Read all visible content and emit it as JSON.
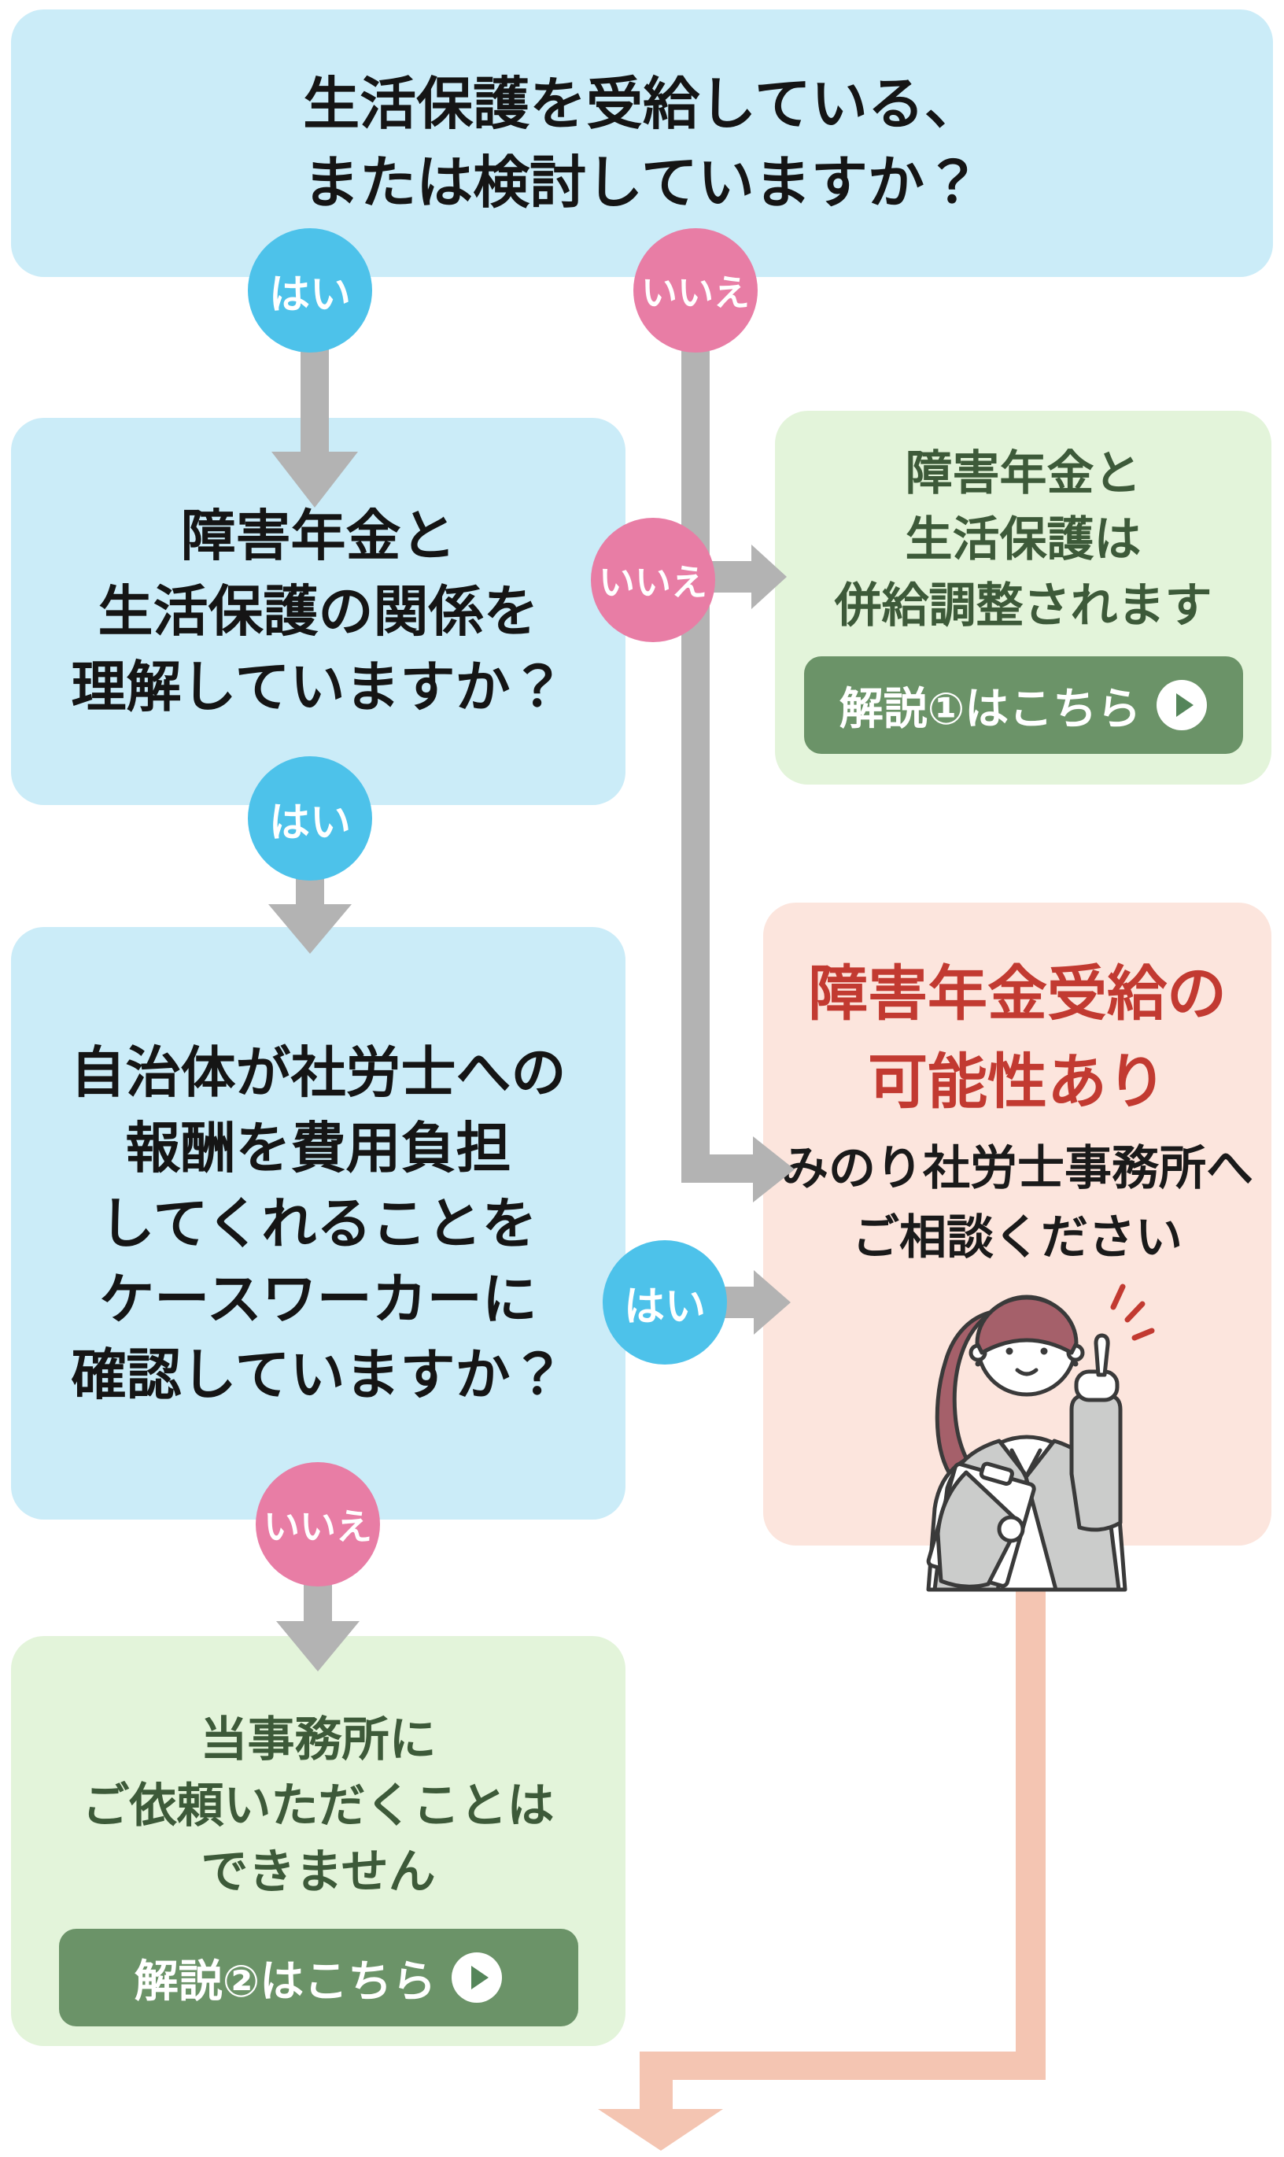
{
  "labels": {
    "yes": "はい",
    "no": "いいえ"
  },
  "nodes": {
    "q1": {
      "text": "生活保護を受給している、\nまたは検討していますか？"
    },
    "q2": {
      "text": "障害年金と\n生活保護の関係を\n理解していますか？"
    },
    "q3": {
      "text": "自治体が社労士への\n報酬を費用負担\nしてくれることを\nケースワーカーに\n確認していますか？"
    },
    "adjust": {
      "text": "障害年金と\n生活保護は\n併給調整されます",
      "button": "解説①はこちら"
    },
    "possible": {
      "title": "障害年金受給の\n可能性あり",
      "subtitle": "みのり社労士事務所へ\nご相談ください"
    },
    "reject": {
      "text": "当事務所に\nご依頼いただくことは\nできません",
      "button": "解説②はこちら"
    }
  },
  "icons": {
    "play": "play-circle-icon",
    "illustration": "consultant-woman-illustration"
  },
  "colors": {
    "question_bg": "#cbecf8",
    "yes_chip": "#4dc2ea",
    "no_chip": "#e87da5",
    "connector_gray": "#b3b3b3",
    "result_green_bg": "#e3f4da",
    "result_green_text": "#3d5a39",
    "button_green": "#6b9368",
    "possible_bg": "#fce5dd",
    "possible_title_red": "#c23a31",
    "continue_arrow_salmon": "#f4c5b2"
  }
}
